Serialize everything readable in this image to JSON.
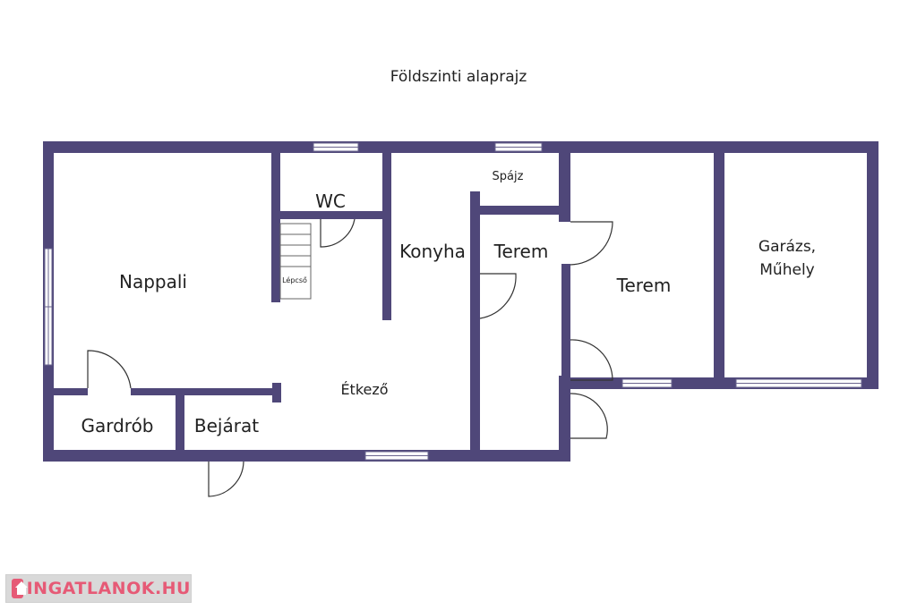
{
  "title": "Földszinti alaprajz",
  "colors": {
    "wall": "#4f4779",
    "window": "#ffffff",
    "door_line": "#333333",
    "label": "#222222"
  },
  "rooms": {
    "nappali": "Nappali",
    "wc": "WC",
    "konyha": "Konyha",
    "spajz": "Spájz",
    "terem_small": "Terem",
    "terem_large": "Terem",
    "garazs_line1": "Garázs,",
    "garazs_line2": "Műhely",
    "lepcso": "Lépcső",
    "etkezo": "Étkező",
    "gardrob": "Gardrób",
    "bejarat": "Bejárat"
  },
  "watermark": {
    "text": "INGATLANOK.HU"
  }
}
